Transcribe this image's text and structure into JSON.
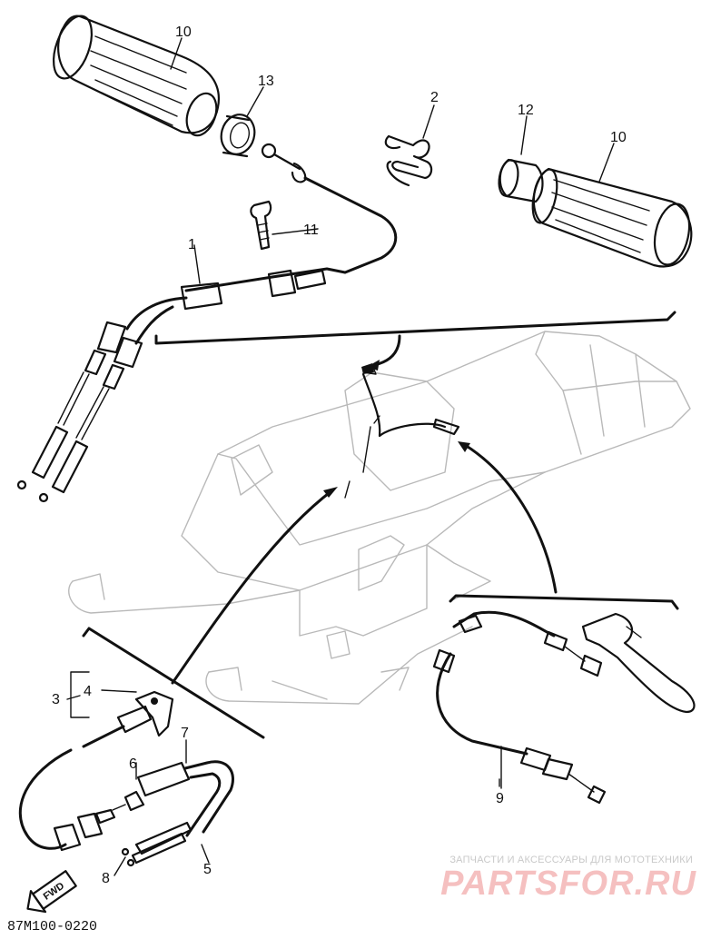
{
  "diagram": {
    "callouts": {
      "c1": "1",
      "c2": "2",
      "c3": "3",
      "c4": "4",
      "c5": "5",
      "c6": "6",
      "c7": "7",
      "c8": "8",
      "c9": "9",
      "c10a": "10",
      "c10b": "10",
      "c11": "11",
      "c12": "12",
      "c13": "13"
    },
    "forward_marker": "FWD",
    "drawing_code": "87M100-0220"
  },
  "watermark": {
    "caption": "ЗАПЧАСТИ И АКСЕССУАРЫ ДЛЯ МОТОТЕХНИКИ",
    "logo_text": "PARTSFOR.RU"
  },
  "colors": {
    "ink": "#111111",
    "background": "#ffffff",
    "ghost_outline": "#b9b9b9",
    "watermark_red": "#e03c3c"
  }
}
